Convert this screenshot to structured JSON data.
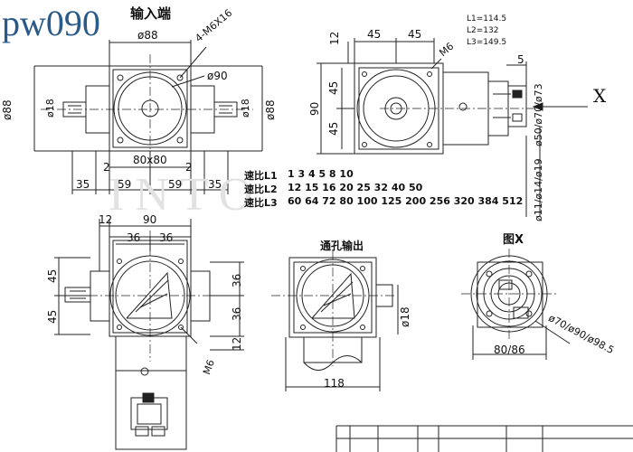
{
  "title": "pw090",
  "watermark": "INTO",
  "views": {
    "front": {
      "heading": "输入端",
      "dims": {
        "top_dia": "ø88",
        "bolt": "4-M6X16",
        "pilot": "ø90",
        "left_dia": "ø88",
        "left_shaft": "ø18",
        "right_shaft": "ø18",
        "right_dia": "ø88",
        "square": "80x80",
        "gap_left": "2",
        "gap_right": "2",
        "bottom_35_left": "35",
        "bottom_59_left": "59",
        "bottom_59_right": "59",
        "bottom_35_right": "35"
      }
    },
    "side": {
      "dims": {
        "top_12": "12",
        "top_45_a": "45",
        "top_45_b": "45",
        "bolt_m6": "M6",
        "left_90": "90",
        "left_45_a": "45",
        "left_45_b": "45",
        "five": "5",
        "x_label": "X",
        "dia_flange": "ø50/ø70/ø73",
        "dia_shaft": "ø11/ø14/ø19"
      },
      "lengths": [
        "L1=114.5",
        "L2=132",
        "L3=149.5"
      ]
    },
    "ratios": [
      {
        "label": "速比L1",
        "values": "1  3  4  5  8  10"
      },
      {
        "label": "速比L2",
        "values": "12  15  16  20  25  32  40  50"
      },
      {
        "label": "速比L3",
        "values": "60  64  72  80  100  125  200  256  320  384  512"
      }
    ],
    "top": {
      "dims": {
        "d12_top": "12",
        "d90": "90",
        "d36_a": "36",
        "d36_b": "36",
        "d45_a": "45",
        "d45_b": "45",
        "d36_right_a": "36",
        "d36_right_b": "36",
        "d12_right": "12",
        "m6": "M6"
      }
    },
    "hollow": {
      "heading": "通孔输出",
      "dims": {
        "d18": "ø18",
        "d118": "118"
      }
    },
    "viewx": {
      "heading": "图X",
      "dims": {
        "d8086": "80/86",
        "dia": "ø70/ø90/ø98.5"
      }
    }
  }
}
